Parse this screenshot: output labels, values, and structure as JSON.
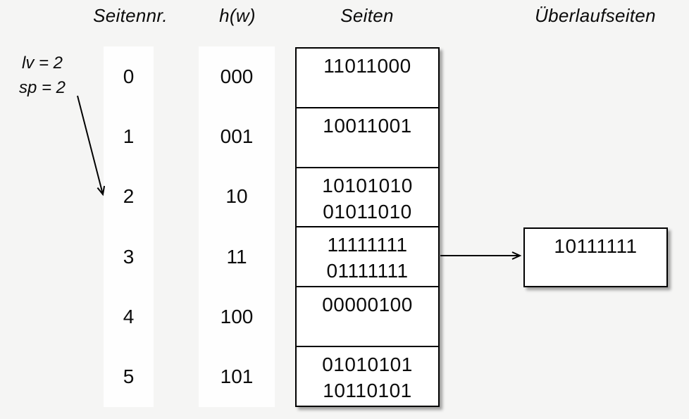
{
  "meta": {
    "background_color": "#f5f5f4",
    "band_color": "#fefefe",
    "ink_color": "#000000",
    "shadow_color": "rgba(0,0,0,0.35)"
  },
  "headers": {
    "page_no": "Seitennr.",
    "hash": "h(w)",
    "pages": "Seiten",
    "overflow": "Überlaufseiten"
  },
  "state": {
    "level_label": "lv = 2",
    "split_pointer_label": "sp = 2"
  },
  "rows": [
    {
      "page_no": "0",
      "hash": "000",
      "entries": [
        "11011000"
      ]
    },
    {
      "page_no": "1",
      "hash": "001",
      "entries": [
        "10011001"
      ]
    },
    {
      "page_no": "2",
      "hash": "10",
      "entries": [
        "10101010",
        "01011010"
      ]
    },
    {
      "page_no": "3",
      "hash": "11",
      "entries": [
        "11111111",
        "01111111"
      ]
    },
    {
      "page_no": "4",
      "hash": "100",
      "entries": [
        "00000100"
      ]
    },
    {
      "page_no": "5",
      "hash": "101",
      "entries": [
        "01010101",
        "10110101"
      ]
    }
  ],
  "overflow_page": {
    "entries": [
      "10111111"
    ],
    "linked_from_page": "3"
  }
}
